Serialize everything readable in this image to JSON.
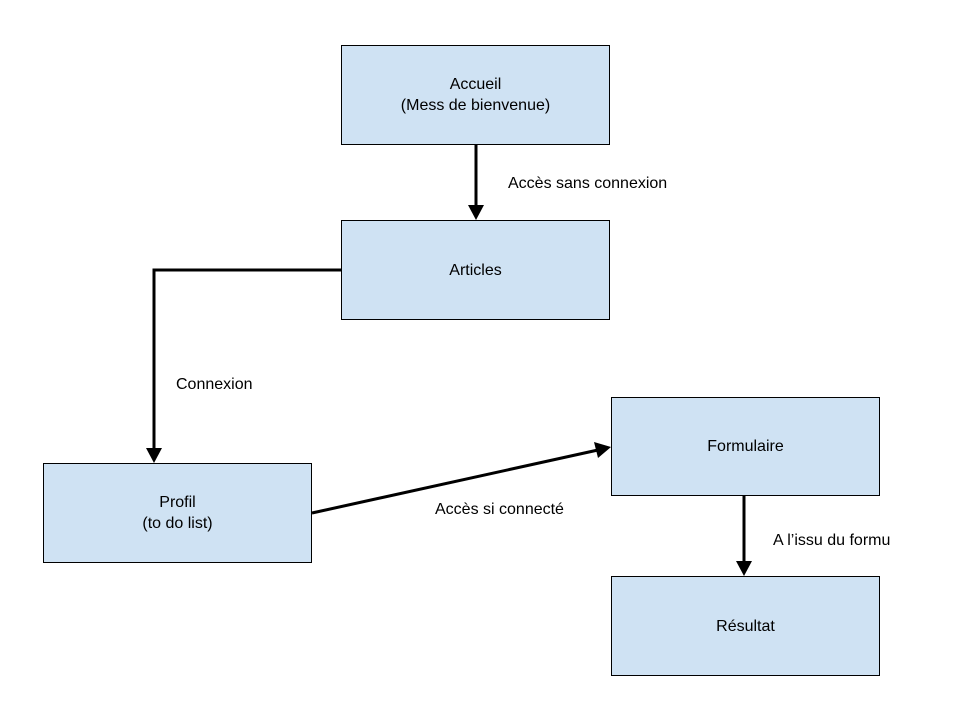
{
  "colors": {
    "node_fill": "#cfe2f3",
    "node_border": "#000000",
    "edge": "#000000",
    "text": "#000000"
  },
  "nodes": {
    "accueil": {
      "line1": "Accueil",
      "line2": "(Mess de bienvenue)"
    },
    "articles": {
      "line1": "Articles"
    },
    "profil": {
      "line1": "Profil",
      "line2": "(to do list)"
    },
    "formulaire": {
      "line1": "Formulaire"
    },
    "resultat": {
      "line1": "Résultat"
    }
  },
  "edges": {
    "accueil_to_articles": {
      "label": "Accès sans connexion"
    },
    "articles_to_profil": {
      "label": "Connexion"
    },
    "profil_to_formulaire": {
      "label": "Accès si connecté"
    },
    "formulaire_to_resultat": {
      "label": "A l’issu du formu"
    }
  }
}
